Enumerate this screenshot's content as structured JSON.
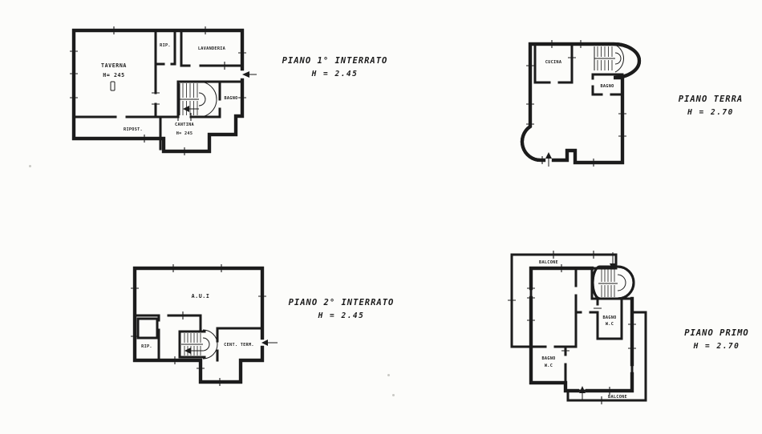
{
  "palette": {
    "ink": "#1c1c1c",
    "paper": "#fcfcfa"
  },
  "plans": [
    {
      "id": "piano-1-interrato",
      "title": "PIANO 1° INTERRATO",
      "height": "H = 2.45",
      "rooms": {
        "taverna": "TAVERNA",
        "taverna_h": "H= 245",
        "rip": "RIP.",
        "lavanderia": "LAVANDERIA",
        "bagno": "BAGNO",
        "cantina": "CANTINA",
        "cantina_h": "H= 245",
        "ripost": "RIPOST."
      }
    },
    {
      "id": "piano-terra",
      "title": "PIANO TERRA",
      "height": "H = 2.70",
      "rooms": {
        "cucina": "CUCINA",
        "bagno": "BAGNO"
      }
    },
    {
      "id": "piano-2-interrato",
      "title": "PIANO 2° INTERRATO",
      "height": "H = 2.45",
      "rooms": {
        "aui": "A.U.I",
        "rip": "RIP.",
        "cent_term": "CENT. TERM."
      }
    },
    {
      "id": "piano-primo",
      "title": "PIANO PRIMO",
      "height": "H = 2.70",
      "rooms": {
        "balcone_top": "BALCONE",
        "bagno1": "BAGNO",
        "wc1": "W.C",
        "bagno2": "BAGNO",
        "wc2": "W.C",
        "balcone_bottom": "BALCONE"
      }
    }
  ]
}
